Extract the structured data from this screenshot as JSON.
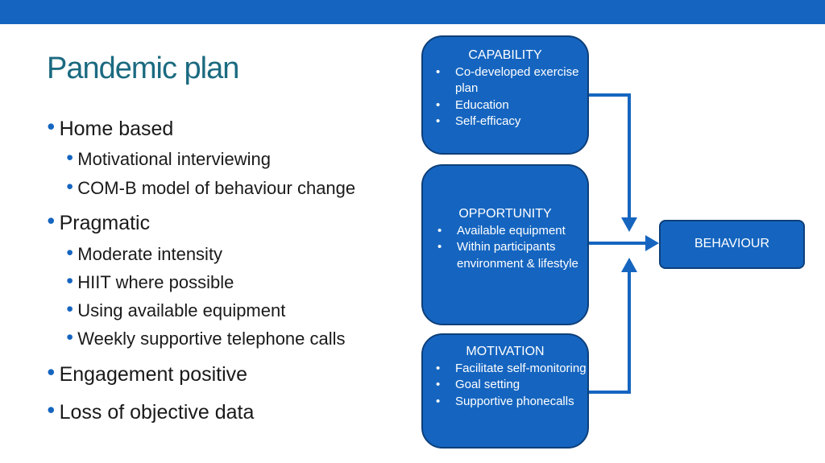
{
  "slide": {
    "title": "Pandemic plan",
    "accent_color": "#1565c0",
    "title_color": "#1b6a80"
  },
  "bullets": [
    {
      "level": 1,
      "text": "Home based"
    },
    {
      "level": 2,
      "text": "Motivational interviewing"
    },
    {
      "level": 2,
      "text": "COM-B model of behaviour change"
    },
    {
      "level": 1,
      "text": "Pragmatic"
    },
    {
      "level": 2,
      "text": "Moderate intensity"
    },
    {
      "level": 2,
      "text": "HIIT where possible"
    },
    {
      "level": 2,
      "text": "Using available equipment"
    },
    {
      "level": 2,
      "text": "Weekly supportive telephone calls"
    },
    {
      "level": 1,
      "text": "Engagement positive"
    },
    {
      "level": 1,
      "text": "Loss of objective data"
    }
  ],
  "diagram": {
    "capability": {
      "heading": "CAPABILITY",
      "items": [
        "Co-developed exercise plan",
        "Education",
        "Self-efficacy"
      ]
    },
    "opportunity": {
      "heading": "OPPORTUNITY",
      "items": [
        "Available equipment",
        "Within participants environment & lifestyle"
      ]
    },
    "motivation": {
      "heading": "MOTIVATION",
      "items": [
        "Facilitate self-monitoring",
        "Goal setting",
        "Supportive phonecalls"
      ]
    },
    "behaviour": {
      "label": "BEHAVIOUR"
    },
    "bullet_glyph": "•",
    "box_fill": "#1565c0",
    "box_border": "#0d3f7a"
  }
}
